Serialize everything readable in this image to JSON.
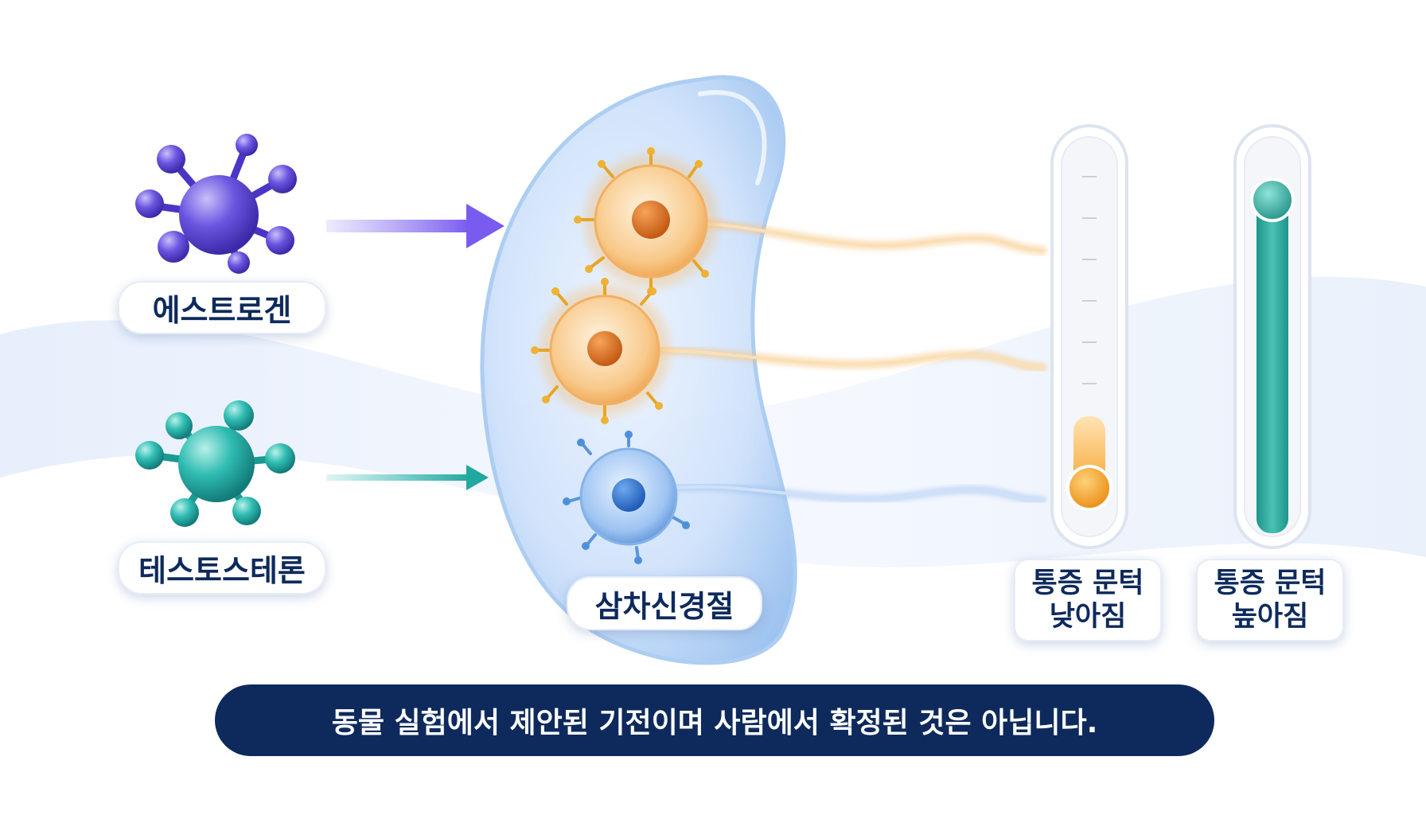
{
  "molecules": {
    "estrogen": {
      "label": "에스트로겐",
      "color": "#5b46d6"
    },
    "testosterone": {
      "label": "테스토스테론",
      "color": "#1fb0a8"
    }
  },
  "ganglion": {
    "label": "삼차신경절"
  },
  "gauges": {
    "low": {
      "label": "통증 문턱\n낮아짐",
      "level": 0.1,
      "color": "#f5a020"
    },
    "high": {
      "label": "통증 문턱\n높아짐",
      "level": 0.87,
      "color": "#2aa89a"
    }
  },
  "footnote": "동물 실험에서 제안된 기전이며 사람에서 확정된 것은 아닙니다."
}
